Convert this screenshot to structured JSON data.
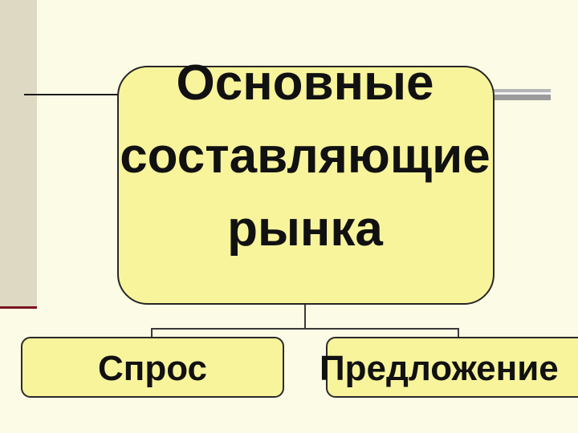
{
  "diagram": {
    "root": {
      "lines": [
        "Основные",
        "составляющие",
        "рынка"
      ]
    },
    "children": [
      {
        "label": "Спрос"
      },
      {
        "label": "Предложение"
      }
    ]
  },
  "colors": {
    "background": "#fbfbe6",
    "box_fill": "#f8f49c",
    "box_border": "#262626",
    "side_band": "#ddd9c3",
    "side_underline": "#7b1020",
    "text": "#111111"
  }
}
